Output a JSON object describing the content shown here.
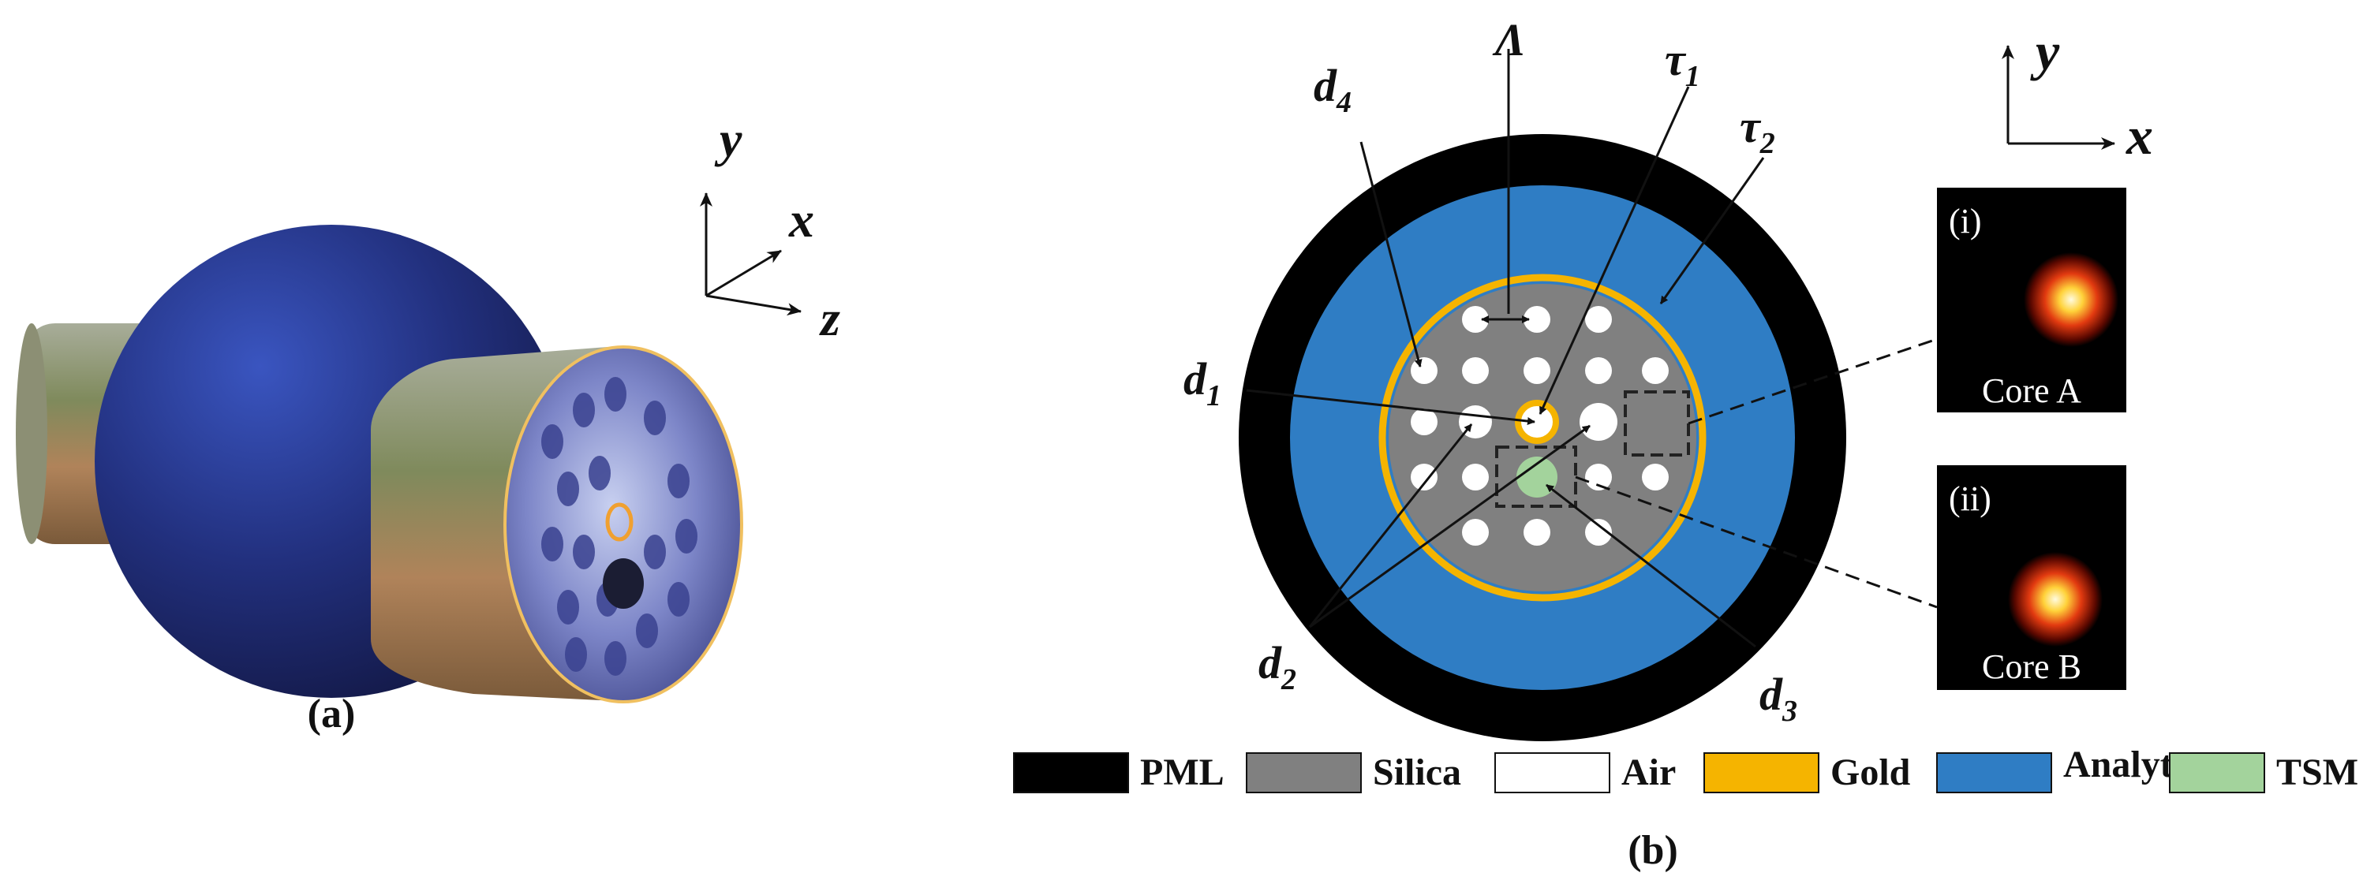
{
  "panel_a": {
    "caption": "(a)",
    "axes": {
      "y": "y",
      "x": "x",
      "z": "z"
    }
  },
  "panel_b": {
    "caption": "(b)",
    "axes": {
      "y": "y",
      "x": "x"
    },
    "annotations": {
      "lambda": "Λ",
      "d1": "d",
      "d1_sub": "1",
      "d2": "d",
      "d2_sub": "2",
      "d3": "d",
      "d3_sub": "3",
      "d4": "d",
      "d4_sub": "4",
      "tau1": "τ",
      "tau1_sub": "1",
      "tau2": "τ",
      "tau2_sub": "2"
    },
    "insets": [
      {
        "tag": "(i)",
        "label": "Core A"
      },
      {
        "tag": "(ii)",
        "label": "Core B"
      }
    ],
    "legend": [
      {
        "label": "PML",
        "color": "#000000"
      },
      {
        "label": "Silica",
        "color": "#808080"
      },
      {
        "label": "Air",
        "color": "#ffffff"
      },
      {
        "label": "Gold",
        "color": "#f5b400"
      },
      {
        "label": "Analyte",
        "color": "#2f7dc4"
      },
      {
        "label": "TSM",
        "color": "#a3d39c"
      }
    ]
  }
}
